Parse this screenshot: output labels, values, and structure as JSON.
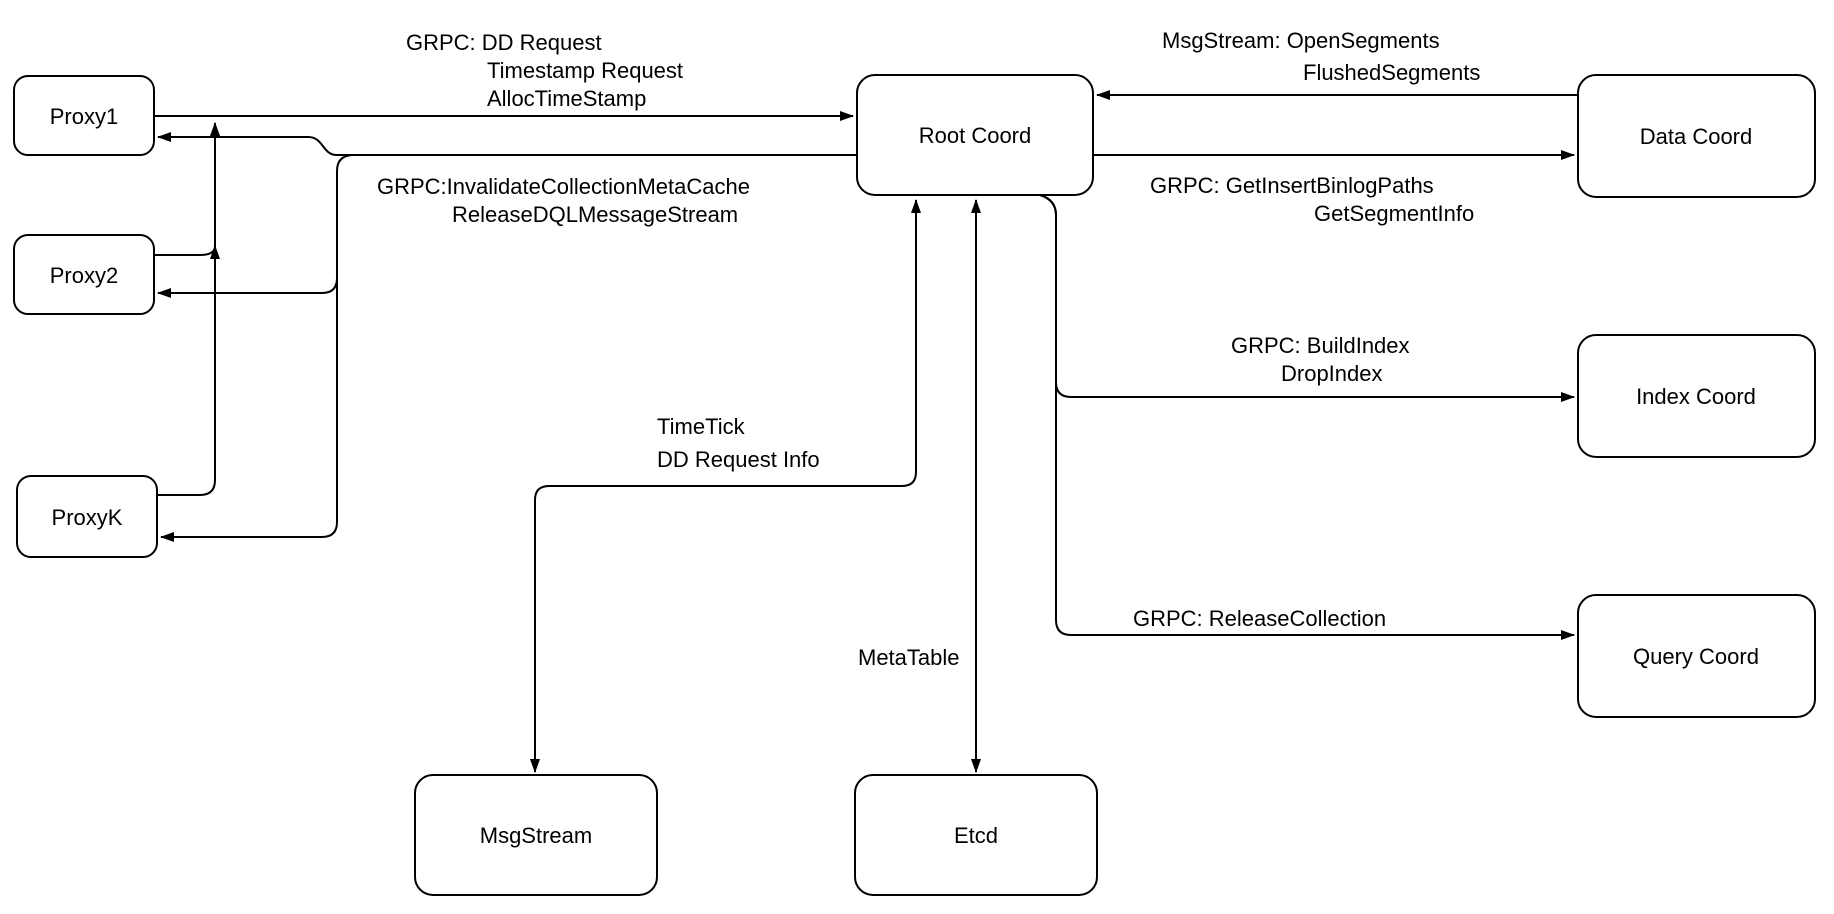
{
  "diagram": {
    "title": "Root Coord architecture diagram",
    "colors": {
      "background": "#ffffff",
      "node_fill": "#ffffff",
      "node_stroke": "#000000",
      "edge_stroke": "#000000",
      "label_color": "#000000"
    },
    "nodes": {
      "proxy1": {
        "label": "Proxy1"
      },
      "proxy2": {
        "label": "Proxy2"
      },
      "proxyk": {
        "label": "ProxyK"
      },
      "root_coord": {
        "label": "Root Coord"
      },
      "data_coord": {
        "label": "Data Coord"
      },
      "index_coord": {
        "label": "Index Coord"
      },
      "query_coord": {
        "label": "Query Coord"
      },
      "msgstream": {
        "label": "MsgStream"
      },
      "etcd": {
        "label": "Etcd"
      }
    },
    "edges": {
      "proxies_to_root": {
        "from": "Proxy1",
        "to": "Root Coord",
        "lines": [
          "GRPC: DD Request",
          "Timestamp Request",
          "AllocTimeStamp"
        ]
      },
      "proxy2_merge": {
        "from": "Proxy2",
        "to": "Proxy1 request line",
        "lines": []
      },
      "proxyk_merge": {
        "from": "ProxyK",
        "to": "Proxy1 request line",
        "lines": []
      },
      "root_to_proxies": {
        "from": "Root Coord",
        "to": "Proxy1, Proxy2, ProxyK",
        "lines": [
          "GRPC:InvalidateCollectionMetaCache",
          "ReleaseDQLMessageStream"
        ]
      },
      "data_to_root": {
        "from": "Data Coord",
        "to": "Root Coord",
        "lines": [
          "MsgStream: OpenSegments",
          "FlushedSegments"
        ]
      },
      "root_to_data": {
        "from": "Root Coord",
        "to": "Data Coord",
        "lines": [
          "GRPC: GetInsertBinlogPaths",
          "GetSegmentInfo"
        ]
      },
      "root_to_index": {
        "from": "Root Coord",
        "to": "Index Coord",
        "lines": [
          "GRPC: BuildIndex",
          "DropIndex"
        ]
      },
      "root_to_query": {
        "from": "Root Coord",
        "to": "Query Coord",
        "lines": [
          "GRPC: ReleaseCollection"
        ]
      },
      "root_msgstream": {
        "from": "Root Coord",
        "to": "MsgStream",
        "direction": "both",
        "lines": [
          "TimeTick",
          "DD Request Info"
        ]
      },
      "root_etcd": {
        "from": "Root Coord",
        "to": "Etcd",
        "direction": "both",
        "lines": [
          "MetaTable"
        ]
      }
    }
  }
}
